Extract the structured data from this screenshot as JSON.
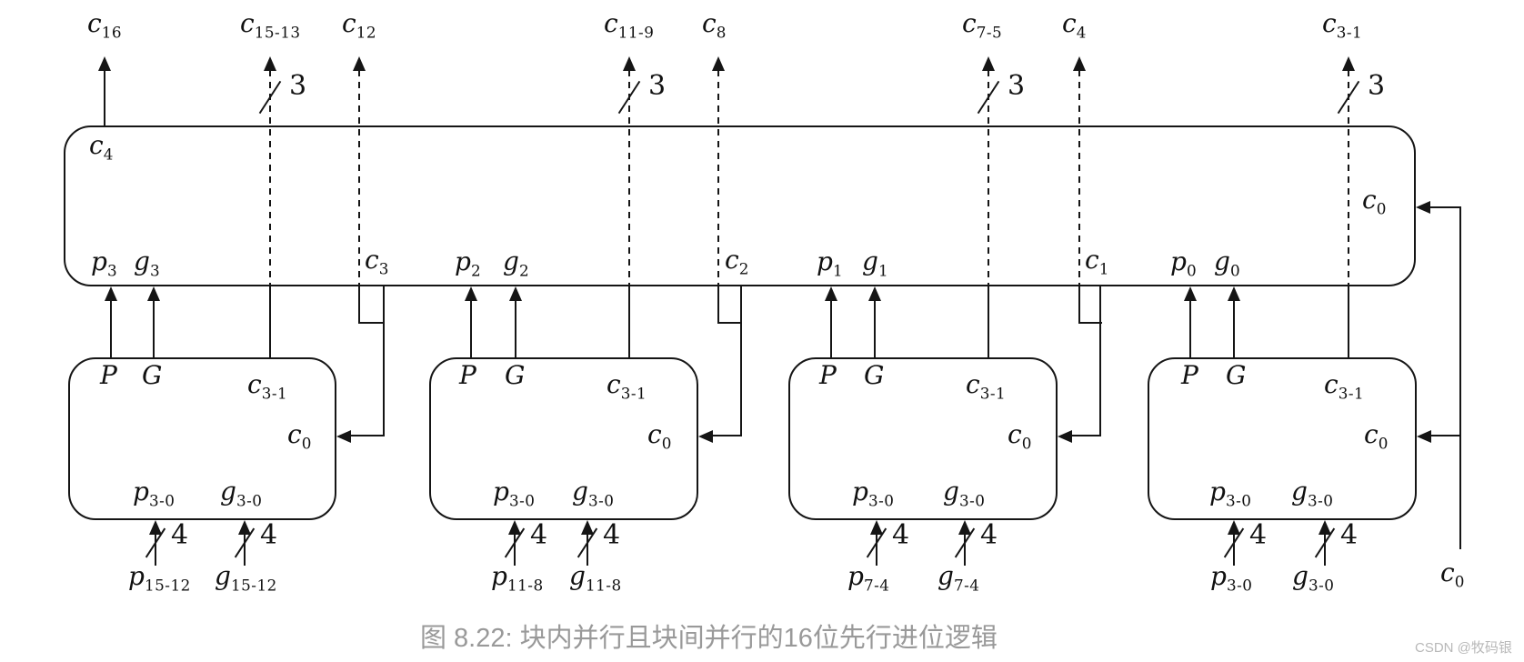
{
  "caption": "图 8.22: 块内并行且块间并行的16位先行进位逻辑",
  "watermark": "CSDN @牧码银",
  "colors": {
    "line": "#151515",
    "caption": "#999999",
    "watermark": "#b8b8b8",
    "background": "#ffffff"
  },
  "top_outputs": [
    {
      "m": "c",
      "s": "16"
    },
    {
      "m": "c",
      "s": "15-13",
      "bus": "3"
    },
    {
      "m": "c",
      "s": "12"
    },
    {
      "m": "c",
      "s": "11-9",
      "bus": "3"
    },
    {
      "m": "c",
      "s": "8"
    },
    {
      "m": "c",
      "s": "7-5",
      "bus": "3"
    },
    {
      "m": "c",
      "s": "4"
    },
    {
      "m": "c",
      "s": "3-1",
      "bus": "3"
    }
  ],
  "carry_unit": {
    "internal_carry_out": {
      "m": "c",
      "s": "4"
    },
    "carry_in": {
      "m": "c",
      "s": "0"
    },
    "ports": {
      "p3": {
        "m": "p",
        "s": "3"
      },
      "g3": {
        "m": "g",
        "s": "3"
      },
      "c3": {
        "m": "c",
        "s": "3"
      },
      "p2": {
        "m": "p",
        "s": "2"
      },
      "g2": {
        "m": "g",
        "s": "2"
      },
      "c2": {
        "m": "c",
        "s": "2"
      },
      "p1": {
        "m": "p",
        "s": "1"
      },
      "g1": {
        "m": "g",
        "s": "1"
      },
      "c1": {
        "m": "c",
        "s": "1"
      },
      "p0": {
        "m": "p",
        "s": "0"
      },
      "g0": {
        "m": "g",
        "s": "0"
      }
    }
  },
  "blocks": [
    {
      "P": "P",
      "G": "G",
      "carries": {
        "m": "c",
        "s": "3-1"
      },
      "cin": {
        "m": "c",
        "s": "0"
      },
      "p_port": {
        "m": "p",
        "s": "3-0"
      },
      "g_port": {
        "m": "g",
        "s": "3-0"
      },
      "p_in": {
        "m": "p",
        "s": "15-12"
      },
      "g_in": {
        "m": "g",
        "s": "15-12"
      },
      "bus": "4"
    },
    {
      "P": "P",
      "G": "G",
      "carries": {
        "m": "c",
        "s": "3-1"
      },
      "cin": {
        "m": "c",
        "s": "0"
      },
      "p_port": {
        "m": "p",
        "s": "3-0"
      },
      "g_port": {
        "m": "g",
        "s": "3-0"
      },
      "p_in": {
        "m": "p",
        "s": "11-8"
      },
      "g_in": {
        "m": "g",
        "s": "11-8"
      },
      "bus": "4"
    },
    {
      "P": "P",
      "G": "G",
      "carries": {
        "m": "c",
        "s": "3-1"
      },
      "cin": {
        "m": "c",
        "s": "0"
      },
      "p_port": {
        "m": "p",
        "s": "3-0"
      },
      "g_port": {
        "m": "g",
        "s": "3-0"
      },
      "p_in": {
        "m": "p",
        "s": "7-4"
      },
      "g_in": {
        "m": "g",
        "s": "7-4"
      },
      "bus": "4"
    },
    {
      "P": "P",
      "G": "G",
      "carries": {
        "m": "c",
        "s": "3-1"
      },
      "cin": {
        "m": "c",
        "s": "0"
      },
      "p_port": {
        "m": "p",
        "s": "3-0"
      },
      "g_port": {
        "m": "g",
        "s": "3-0"
      },
      "p_in": {
        "m": "p",
        "s": "3-0"
      },
      "g_in": {
        "m": "g",
        "s": "3-0"
      },
      "bus": "4"
    }
  ],
  "carry_in_source": {
    "m": "c",
    "s": "0"
  }
}
